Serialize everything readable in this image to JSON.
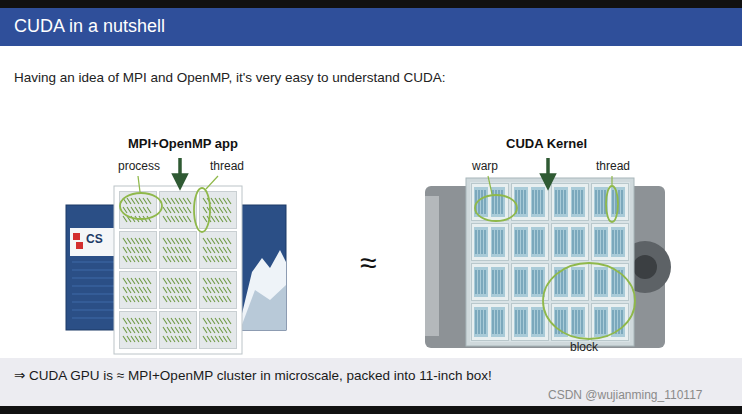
{
  "diagram": {
    "title": "CUDA in a nutshell",
    "caption": "⇒ CUDA GPU is ≈ MPI+OpenMP cluster in microscale, packed into 11-inch box!",
    "labels": [
      "Having an idea of MPI and OpenMP, it's very easy to understand CUDA:",
      "MPI+OpenMP app",
      "process",
      "thread",
      "CS",
      "≈",
      "CUDA Kernel",
      "warp",
      "thread",
      "block",
      "CSDN @wujianming_110117"
    ]
  }
}
